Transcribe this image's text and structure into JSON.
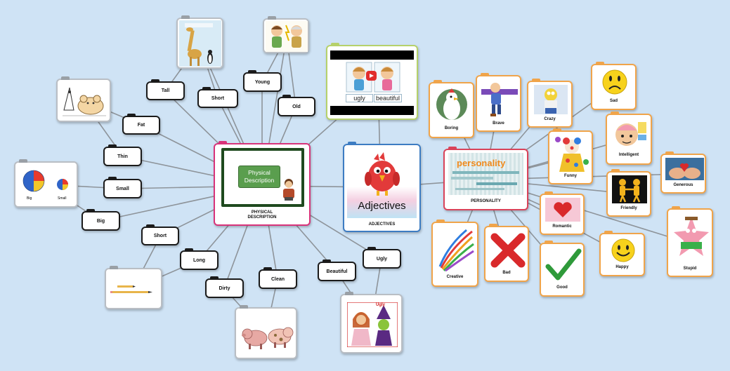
{
  "physical": {
    "center_label": "PHYSICAL\nDESCRIPTION",
    "board_text": "Physical\nDescription",
    "words": {
      "tall": "Tall",
      "short_top": "Short",
      "young": "Young",
      "old": "Old",
      "fat": "Fat",
      "thin": "Thin",
      "small": "Small",
      "big": "Big",
      "short_bottom": "Short",
      "long": "Long",
      "dirty": "Dirty",
      "clean": "Clean",
      "beautiful": "Beautiful",
      "ugly": "Ugly"
    },
    "image_captions": {
      "big": "Big",
      "small": "Small",
      "ugly_tag": "Ugly"
    }
  },
  "adjectives": {
    "center_label": "ADJECTIVES",
    "image_text": "Adjectives",
    "video_words": [
      "ugly",
      "beautiful"
    ]
  },
  "personality": {
    "center_label": "PERSONALITY",
    "word_cloud": "personality",
    "items": {
      "boring": "Boring",
      "brave": "Brave",
      "crazy": "Crazy",
      "sad": "Sad",
      "intelligent": "Intelligent",
      "funny": "Funny",
      "generous": "Generous",
      "friendly": "Friendly",
      "romantic": "Romantic",
      "stupid": "Stupid",
      "happy": "Happy",
      "creative": "Creative",
      "bad": "Bad",
      "good": "Good"
    }
  },
  "colors": {
    "background": "#cfe3f5",
    "physical_accent": "#d8337a",
    "adjectives_accent": "#3d7cc2",
    "personality_accent": "#d9435a",
    "personality_item_border": "#f0a44a",
    "video_border": "#b6d16a"
  }
}
